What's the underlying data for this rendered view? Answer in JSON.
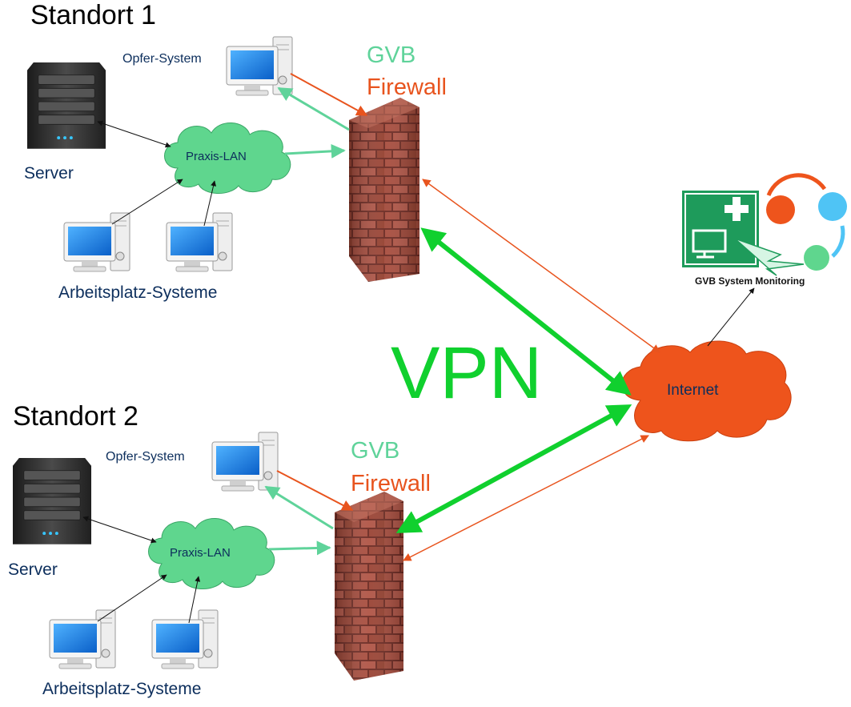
{
  "sites": [
    {
      "title": "Standort 1",
      "victim_label": "Opfer-System",
      "lan_label": "Praxis-LAN",
      "server_label": "Server",
      "workstations_label": "Arbeitsplatz-Systeme",
      "firewall_gvb": "GVB",
      "firewall_label": "Firewall"
    },
    {
      "title": "Standort 2",
      "victim_label": "Opfer-System",
      "lan_label": "Praxis-LAN",
      "server_label": "Server",
      "workstations_label": "Arbeitsplatz-Systeme",
      "firewall_gvb": "GVB",
      "firewall_label": "Firewall"
    }
  ],
  "vpn_label": "VPN",
  "internet_label": "Internet",
  "monitoring_label": "GVB System Monitoring",
  "colors": {
    "gvb_green": "#5fd39a",
    "firewall_orange": "#e8541e",
    "vpn_green": "#10d02e",
    "lan_cloud": "#5fd68e",
    "internet_cloud": "#ee541c",
    "brick": "#8b3a2e"
  },
  "icons": [
    "server-icon",
    "computer-icon",
    "brick-wall-icon",
    "cloud-icon",
    "monitoring-logo-icon"
  ]
}
